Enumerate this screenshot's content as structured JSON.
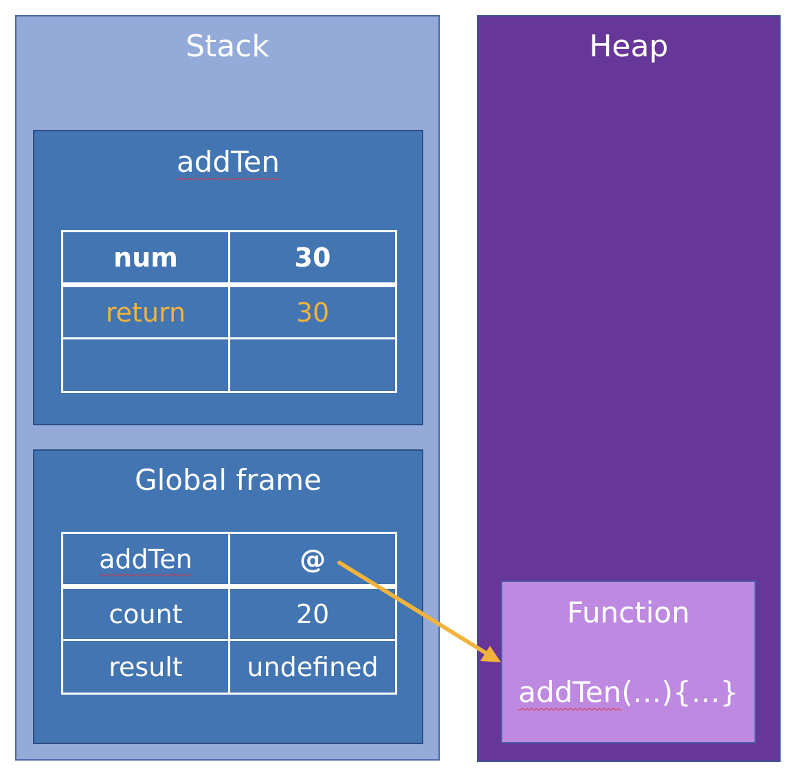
{
  "stack": {
    "title": "Stack",
    "frames": [
      {
        "name": "addTen",
        "rows": [
          {
            "name": "num",
            "value": "30"
          },
          {
            "name": "return",
            "value": "30"
          },
          {
            "name": "",
            "value": ""
          }
        ]
      },
      {
        "name": "Global frame",
        "rows": [
          {
            "name": "addTen",
            "value": "@"
          },
          {
            "name": "count",
            "value": "20"
          },
          {
            "name": "result",
            "value": "undefined"
          }
        ]
      }
    ]
  },
  "heap": {
    "title": "Heap",
    "object": {
      "type": "Function",
      "signature_name": "addTen",
      "signature_rest": "(…){…}"
    }
  },
  "colors": {
    "stack_bg": "#94AAD8",
    "frame_bg": "#4275B2",
    "heap_bg": "#673699",
    "function_bg": "#BE89E0",
    "highlight": "#F2B33D",
    "arrow": "#F2B33D"
  }
}
